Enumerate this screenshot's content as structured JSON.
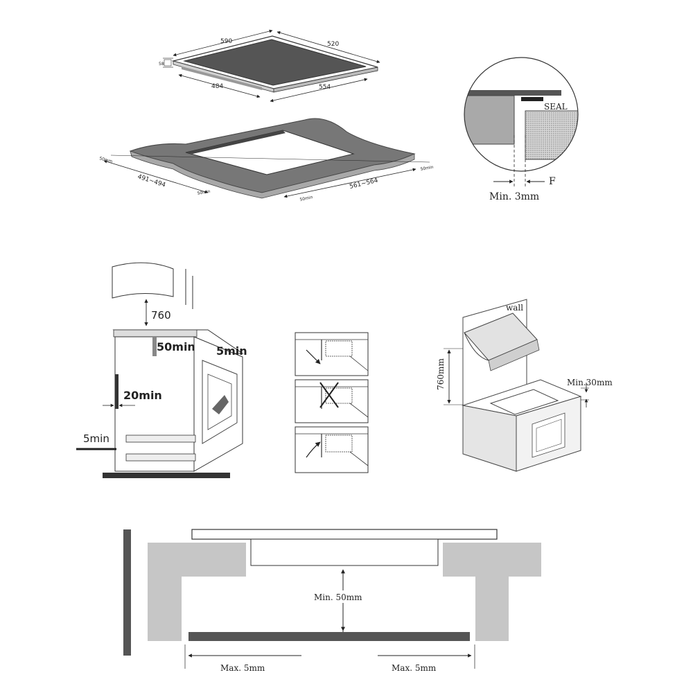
{
  "hob_top": {
    "width": "590",
    "depth": "520",
    "height": "58",
    "body_width": "554",
    "body_depth": "484"
  },
  "cutout": {
    "width": "561~564",
    "depth": "491~494",
    "margin_front": "50min",
    "margin_right": "50min",
    "margin_back": "50min",
    "margin_left": "50mm"
  },
  "seal_detail": {
    "seal": "SEAL",
    "f": "F",
    "min_gap": "Min. 3mm"
  },
  "cabinet_side": {
    "height_above": "760",
    "gap_back": "50min",
    "gap_side": "5min",
    "gap_wall": "20min",
    "gap_bottom": "5min"
  },
  "wall_view": {
    "wall": "wall",
    "height": "760mm",
    "min_edge": "Min.30mm"
  },
  "bottom_section": {
    "min_clearance": "Min. 50mm",
    "max_left": "Max. 5mm",
    "max_right": "Max. 5mm"
  }
}
